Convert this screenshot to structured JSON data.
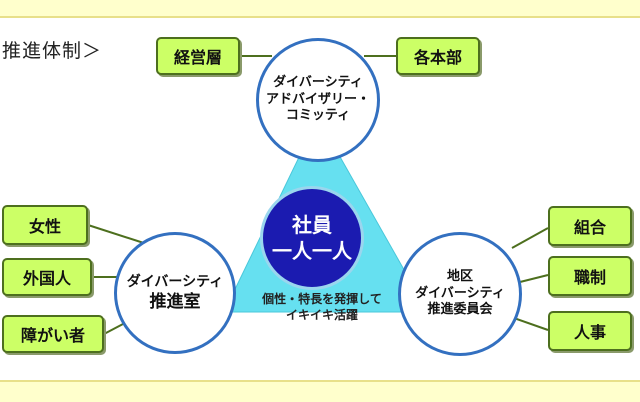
{
  "heading": "推進体制＞",
  "center": {
    "line1": "社員",
    "line2": "一人一人"
  },
  "caption": {
    "line1": "個性・特長を発揮して",
    "line2": "イキイキ活躍"
  },
  "circles": {
    "top": {
      "line1": "ダイバーシティ",
      "line2": "アドバイザリー・",
      "line3": "コミッティ"
    },
    "left": {
      "line1": "ダイバーシティ",
      "line2": "推進室"
    },
    "right": {
      "line1": "地区",
      "line2": "ダイバーシティ",
      "line3": "推進委員会"
    }
  },
  "boxes": {
    "management": "経営層",
    "departments": "各本部",
    "women": "女性",
    "foreigners": "外国人",
    "disabled": "障がい者",
    "union": "組合",
    "employee_system": "職制",
    "hr": "人事"
  },
  "colors": {
    "band": "#ffffcc",
    "box_fill": "#ccff66",
    "box_border": "#4d6f1e",
    "triangle": "#66e0f0",
    "circle_border": "#3370c0",
    "center_fill": "#1b1bb0"
  }
}
